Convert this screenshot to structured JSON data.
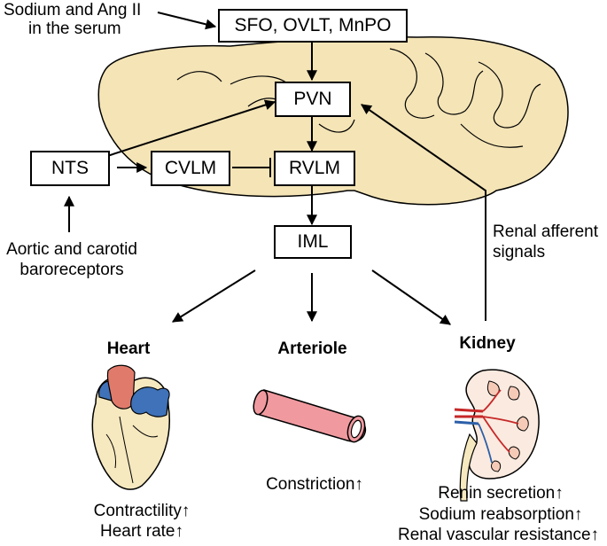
{
  "inputs": {
    "sodium_line1": "Sodium and Ang II",
    "sodium_line2": "in the serum",
    "baro_line1": "Aortic and carotid",
    "baro_line2": "baroreceptors",
    "renal_line1": "Renal afferent",
    "renal_line2": "signals"
  },
  "nodes": {
    "sfo": "SFO, OVLT, MnPO",
    "pvn": "PVN",
    "nts": "NTS",
    "cvlm": "CVLM",
    "rvlm": "RVLM",
    "iml": "IML"
  },
  "targets": {
    "heart": {
      "title": "Heart",
      "effects": [
        "Contractility↑",
        "Heart rate↑"
      ]
    },
    "arteriole": {
      "title": "Arteriole",
      "effects": [
        "Constriction↑"
      ]
    },
    "kidney": {
      "title": "Kidney",
      "effects": [
        "Renin secretion↑",
        "Sodium reabsorption↑",
        "Renal vascular resistance↑"
      ]
    }
  },
  "colors": {
    "brain": "#f4e4b6",
    "heart": "#f6e8bf",
    "heart_red": "#e07b6b",
    "heart_blue": "#3f72b8",
    "arteriole": "#f09aa0",
    "kidney_red": "#c62828",
    "kidney_blue": "#2c5fa8"
  }
}
